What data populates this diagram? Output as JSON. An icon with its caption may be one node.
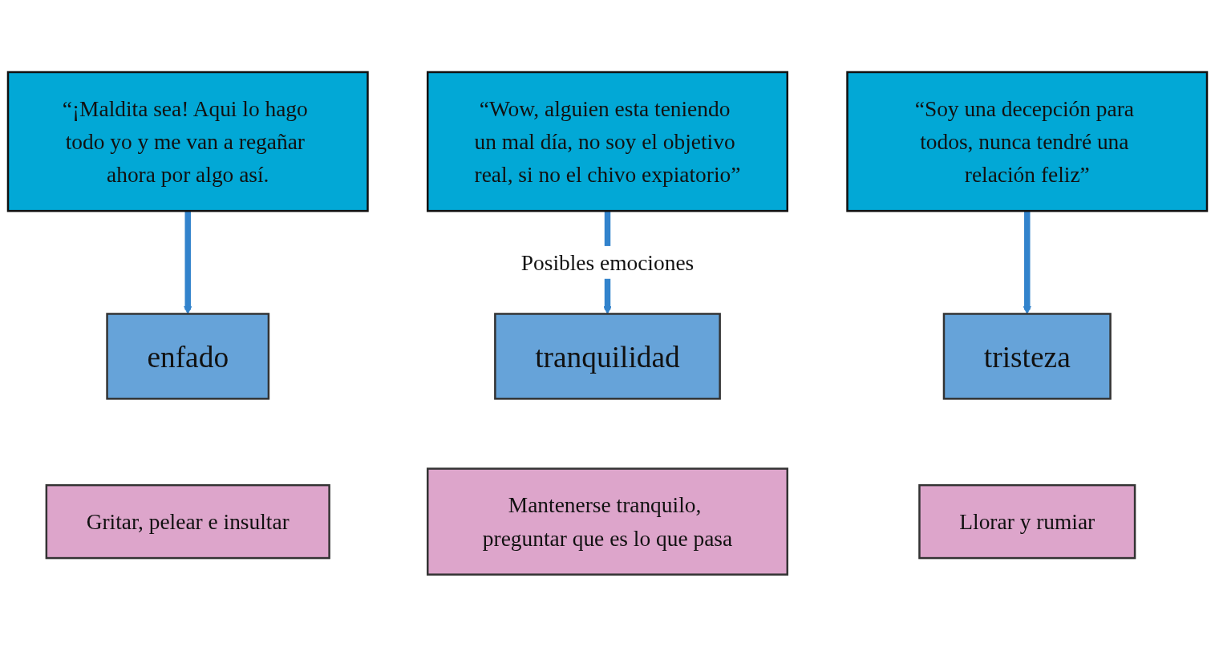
{
  "diagram": {
    "nodes": [
      {
        "text": [
          "“¡Maldita sea! Aqui lo hago todo yo y me van a regañar ahora por algo así."
        ]
      },
      {
        "text": [
          "“Wow, alguien esta teniendo un mal día, no soy el objetivo real, si no el chivo expiatorio”"
        ]
      },
      {
        "text": [
          "“Soy una decepción para todos, nunca tendré una relación feliz”"
        ]
      },
      {
        "text": [
          "enfado"
        ]
      },
      {
        "text": [
          "tranquilidad"
        ]
      },
      {
        "text": [
          "tristeza"
        ]
      },
      {
        "text": [
          "Gritar, pelear e insultar"
        ]
      },
      {
        "text": [
          "Mantenerse tranquilo, preguntar que es lo que pasa"
        ]
      },
      {
        "text": [
          "Llorar y rumiar"
        ]
      }
    ],
    "edges": [
      {
        "from": 0,
        "to": 3,
        "arrow": "to"
      },
      {
        "from": 1,
        "to": 4,
        "arrow": "to",
        "label": "Posibles emociones"
      },
      {
        "from": 2,
        "to": 5,
        "arrow": "to"
      }
    ]
  }
}
